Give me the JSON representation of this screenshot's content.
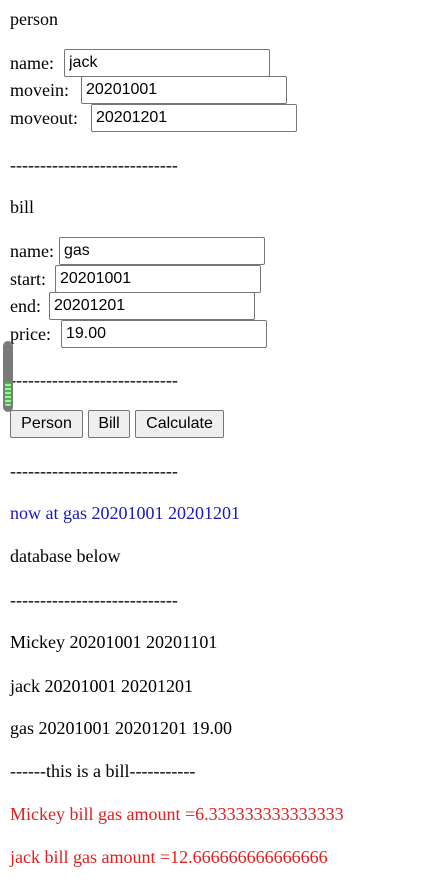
{
  "person": {
    "heading": "person",
    "name_label": "name:",
    "name_value": "jack",
    "movein_label": "movein:",
    "movein_value": "20201001",
    "moveout_label": "moveout:",
    "moveout_value": "20201201"
  },
  "separator": "----------------------------",
  "bill": {
    "heading": "bill",
    "name_label": "name:",
    "name_value": "gas",
    "start_label": "start:",
    "start_value": "20201001",
    "end_label": "end:",
    "end_value": "20201201",
    "price_label": "price:",
    "price_value": "19.00"
  },
  "buttons": {
    "person": "Person",
    "bill": "Bill",
    "calculate": "Calculate"
  },
  "status": {
    "text": "now at gas 20201001 20201201",
    "color": "#1a1ab8"
  },
  "database": {
    "heading": "database below",
    "rows": [
      "Mickey 20201001 20201101",
      "jack 20201001 20201201",
      "gas 20201001 20201201 19.00"
    ]
  },
  "bill_marker": "------this is a bill-----------",
  "results": {
    "color": "#e02020",
    "lines": [
      "Mickey bill gas amount =6.333333333333333",
      "jack bill gas amount =12.666666666666666"
    ]
  }
}
